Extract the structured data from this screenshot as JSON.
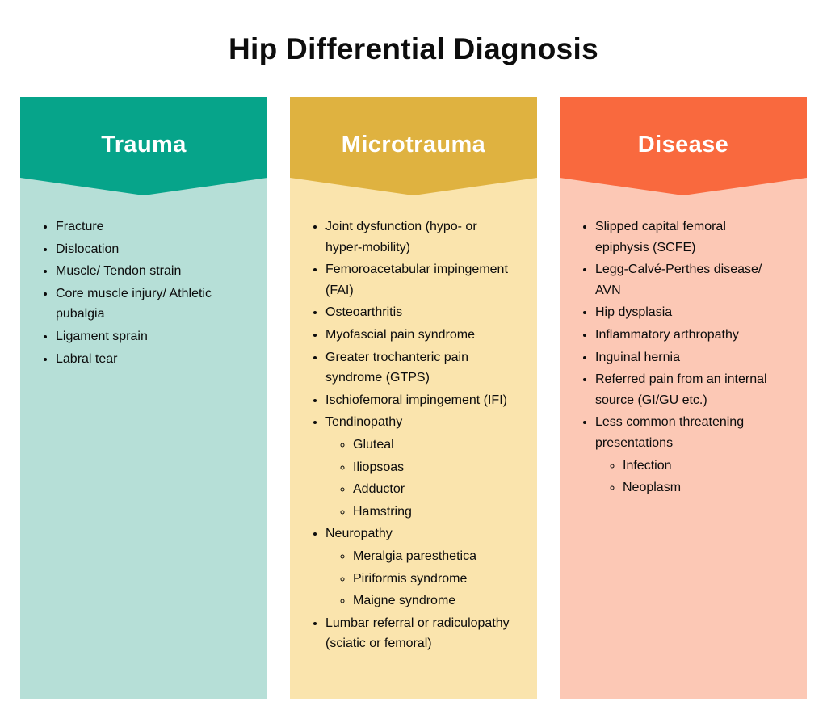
{
  "title": "Hip Differential Diagnosis",
  "columns": [
    {
      "id": "trauma",
      "header": "Trauma",
      "header_color": "#06A48A",
      "body_color": "#B6DFD7",
      "items": [
        {
          "level": 1,
          "text": "Fracture"
        },
        {
          "level": 1,
          "text": "Dislocation"
        },
        {
          "level": 1,
          "text": "Muscle/ Tendon strain"
        },
        {
          "level": 1,
          "text": "Core muscle injury/ Athletic pubalgia"
        },
        {
          "level": 1,
          "text": "Ligament sprain"
        },
        {
          "level": 1,
          "text": "Labral tear"
        }
      ]
    },
    {
      "id": "microtrauma",
      "header": "Microtrauma",
      "header_color": "#DFB240",
      "body_color": "#FAE4AD",
      "items": [
        {
          "level": 1,
          "text": "Joint dysfunction (hypo- or hyper-mobility)"
        },
        {
          "level": 1,
          "text": "Femoroacetabular impingement (FAI)"
        },
        {
          "level": 1,
          "text": "Osteoarthritis"
        },
        {
          "level": 1,
          "text": "Myofascial pain syndrome"
        },
        {
          "level": 1,
          "text": "Greater trochanteric pain syndrome (GTPS)"
        },
        {
          "level": 1,
          "text": "Ischiofemoral impingement (IFI)"
        },
        {
          "level": 1,
          "text": "Tendinopathy"
        },
        {
          "level": 2,
          "text": "Gluteal"
        },
        {
          "level": 2,
          "text": "Iliopsoas"
        },
        {
          "level": 2,
          "text": "Adductor"
        },
        {
          "level": 2,
          "text": "Hamstring"
        },
        {
          "level": 1,
          "text": "Neuropathy"
        },
        {
          "level": 2,
          "text": "Meralgia paresthetica"
        },
        {
          "level": 2,
          "text": "Piriformis syndrome"
        },
        {
          "level": 2,
          "text": "Maigne syndrome"
        },
        {
          "level": 1,
          "text": "Lumbar referral or radiculopathy (sciatic or femoral)"
        }
      ]
    },
    {
      "id": "disease",
      "header": "Disease",
      "header_color": "#F9693E",
      "body_color": "#FCC8B5",
      "items": [
        {
          "level": 1,
          "text": "Slipped capital femoral epiphysis (SCFE)"
        },
        {
          "level": 1,
          "text": "Legg-Calvé-Perthes disease/ AVN"
        },
        {
          "level": 1,
          "text": "Hip dysplasia"
        },
        {
          "level": 1,
          "text": "Inflammatory arthropathy"
        },
        {
          "level": 1,
          "text": "Inguinal hernia"
        },
        {
          "level": 1,
          "text": "Referred pain from an internal source (GI/GU etc.)"
        },
        {
          "level": 1,
          "text": "Less common threatening presentations"
        },
        {
          "level": 2,
          "text": "Infection"
        },
        {
          "level": 2,
          "text": "Neoplasm"
        }
      ]
    }
  ]
}
